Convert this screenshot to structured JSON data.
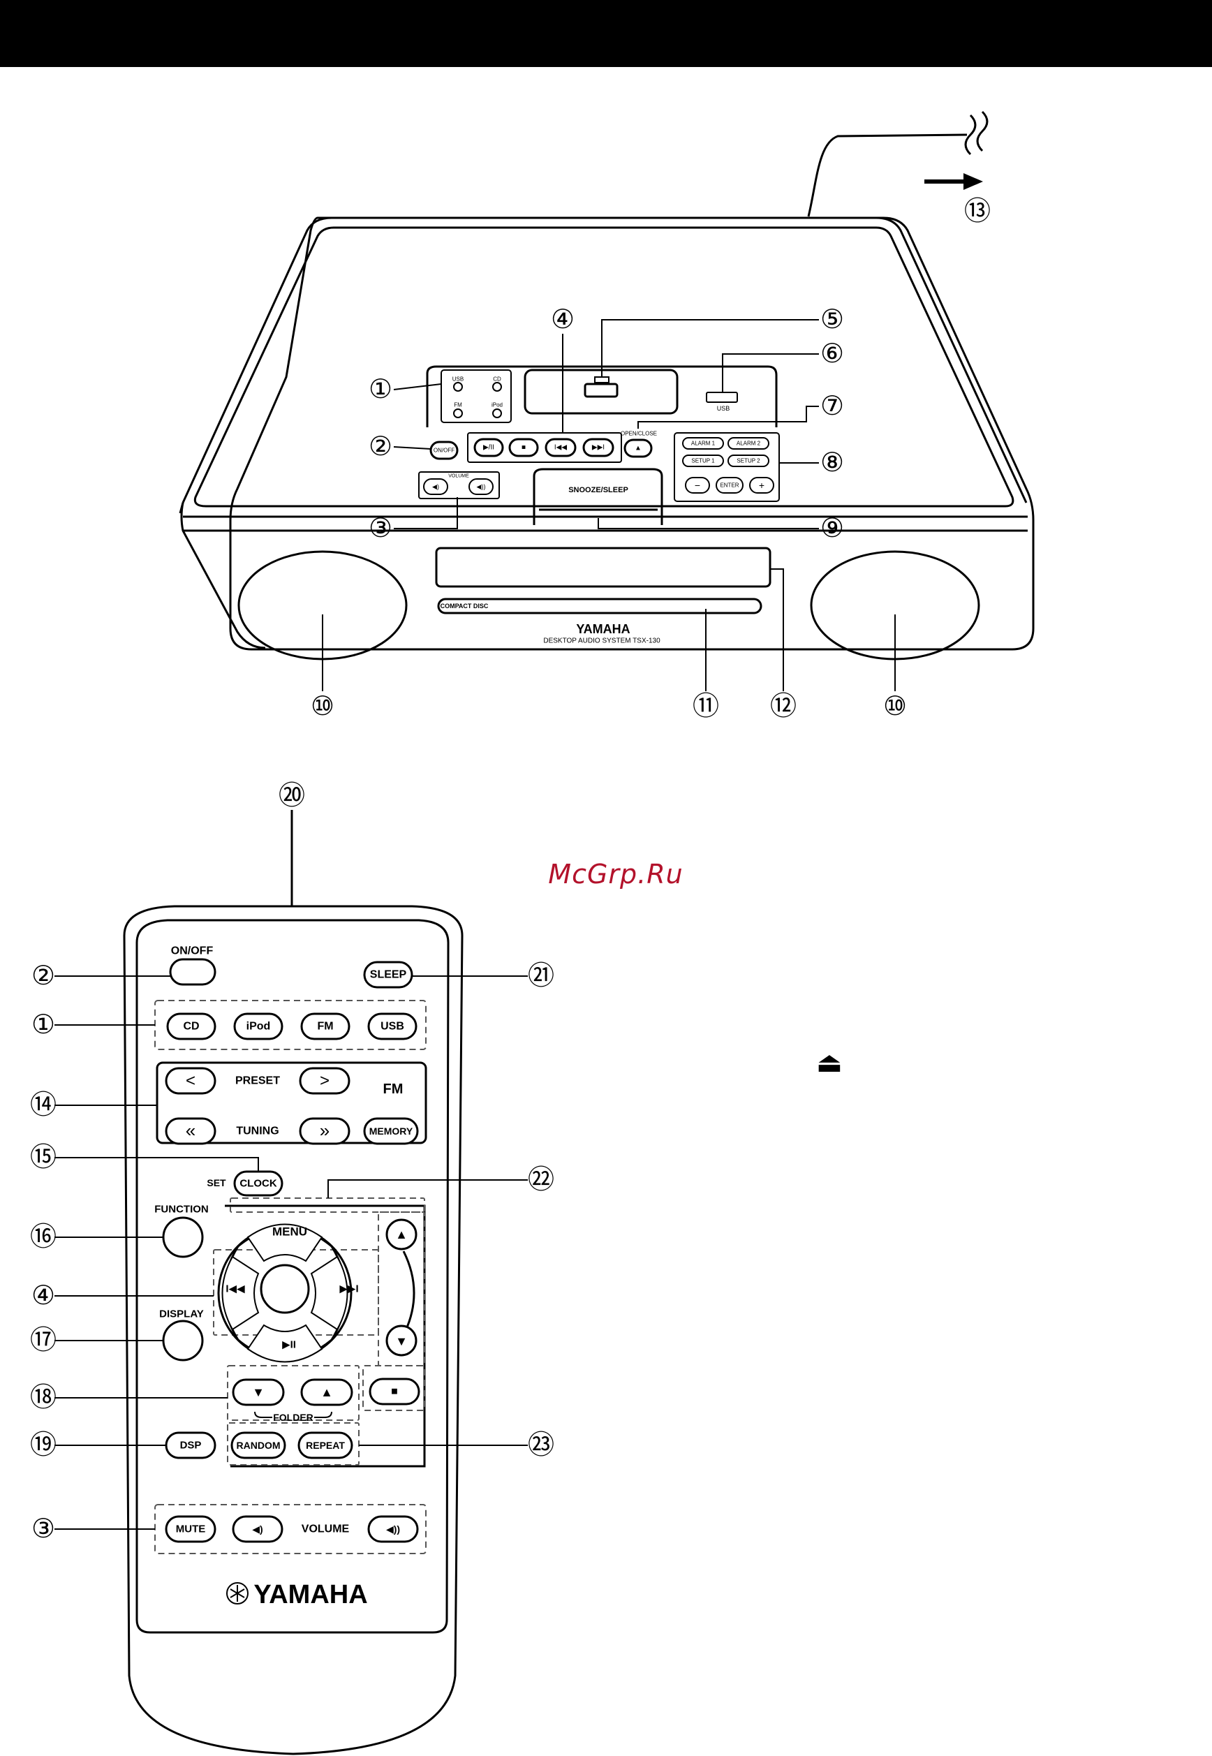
{
  "watermark": "McGrp.Ru",
  "callouts": {
    "c1": "①",
    "c2": "②",
    "c3": "③",
    "c4": "④",
    "c5": "⑤",
    "c6": "⑥",
    "c7": "⑦",
    "c8": "⑧",
    "c9": "⑨",
    "c10": "⑩",
    "c11": "⑪",
    "c12": "⑫",
    "c13": "⑬",
    "c14": "⑭",
    "c15": "⑮",
    "c16": "⑯",
    "c17": "⑰",
    "c18": "⑱",
    "c19": "⑲",
    "c20": "⑳",
    "c21": "㉑",
    "c22": "㉒",
    "c23": "㉓"
  },
  "unit": {
    "label_usb_top": "USB",
    "label_cd_top": "CD",
    "label_fm_top": "FM",
    "label_ipod_top": "iPod",
    "onoff": "ON/OFF",
    "volume": "VOLUME",
    "usb_port": "USB",
    "open_close": "OPEN/CLOSE",
    "alarm1": "ALARM 1",
    "alarm2": "ALARM 2",
    "setup1": "SETUP 1",
    "setup2": "SETUP 2",
    "enter": "ENTER",
    "minus": "−",
    "plus": "+",
    "snooze": "SNOOZE/SLEEP",
    "brand": "YAMAHA",
    "model": "DESKTOP AUDIO SYSTEM TSX-130",
    "disc_logo": "COMPACT DISC",
    "play_pause": "▶/II",
    "stop": "■",
    "prev": "I◀◀",
    "next": "▶▶I",
    "eject": "▲"
  },
  "remote": {
    "onoff": "ON/OFF",
    "sleep": "SLEEP",
    "cd": "CD",
    "ipod": "iPod",
    "fm_src": "FM",
    "usb": "USB",
    "preset": "PRESET",
    "fm": "FM",
    "tuning": "TUNING",
    "memory": "MEMORY",
    "set": "SET",
    "clock": "CLOCK",
    "function": "FUNCTION",
    "display": "DISPLAY",
    "menu": "MENU",
    "play_pause": "▶II",
    "prev": "I◀◀",
    "next": "▶▶I",
    "folder": "FOLDER",
    "dsp": "DSP",
    "random": "RANDOM",
    "repeat": "REPEAT",
    "mute": "MUTE",
    "volume": "VOLUME",
    "brand": "YAMAHA",
    "chev_left": "<",
    "chev_right": ">",
    "dbl_left": "«",
    "dbl_right": "»",
    "up": "▲",
    "down": "▼",
    "stop": "■",
    "vol_down": "◀)",
    "vol_up": "◀))"
  },
  "side": {
    "eject_symbol": "⏏"
  }
}
